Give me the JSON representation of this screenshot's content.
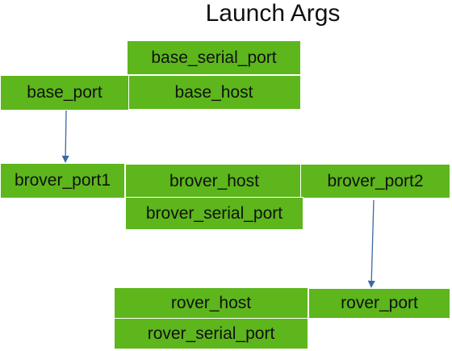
{
  "title": "Launch Args",
  "colors": {
    "box_fill": "#5db61c",
    "arrow": "#3b68a3",
    "text": "#111111"
  },
  "nodes": {
    "base_serial_port": "base_serial_port",
    "base_host": "base_host",
    "base_port": "base_port",
    "brover_port1": "brover_port1",
    "brover_host": "brover_host",
    "brover_port2": "brover_port2",
    "brover_serial_port": "brover_serial_port",
    "rover_host": "rover_host",
    "rover_port": "rover_port",
    "rover_serial_port": "rover_serial_port"
  },
  "edges": [
    {
      "from": "base_port",
      "to": "brover_port1"
    },
    {
      "from": "brover_port2",
      "to": "rover_port"
    }
  ]
}
